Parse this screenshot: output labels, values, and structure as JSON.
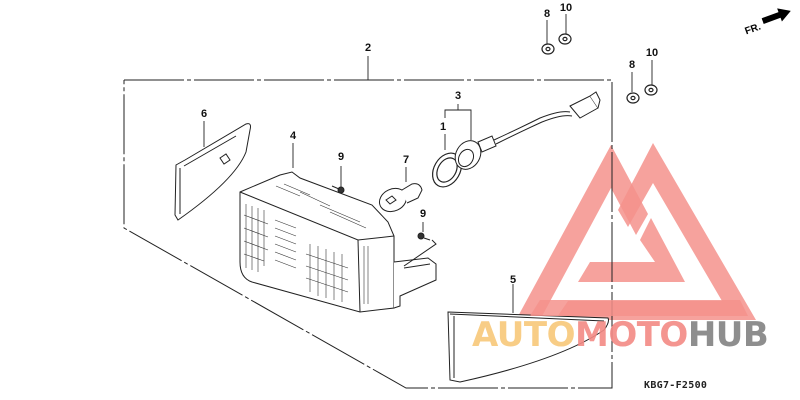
{
  "diagram": {
    "type": "exploded-parts-diagram",
    "subject": "Turn signal / front lamp assembly",
    "drawing_code": "KBG7-F2500",
    "direction_indicator": {
      "label": "FR.",
      "icon": "arrow-icon"
    },
    "callouts": [
      {
        "id": "c2",
        "number": "2",
        "part": "lamp assembly (group bracket)"
      },
      {
        "id": "c3",
        "number": "3",
        "part": "socket & harness (group bracket)"
      },
      {
        "id": "c1",
        "number": "1",
        "part": "gasket ring"
      },
      {
        "id": "c6",
        "number": "6",
        "part": "side lens (upper)"
      },
      {
        "id": "c4",
        "number": "4",
        "part": "lamp housing / lens"
      },
      {
        "id": "c9a",
        "number": "9",
        "part": "screw"
      },
      {
        "id": "c7",
        "number": "7",
        "part": "bulb"
      },
      {
        "id": "c9b",
        "number": "9",
        "part": "screw"
      },
      {
        "id": "c5",
        "number": "5",
        "part": "side lens (lower)"
      },
      {
        "id": "c8a",
        "number": "8",
        "part": "grommet"
      },
      {
        "id": "c10a",
        "number": "10",
        "part": "collar / nut"
      },
      {
        "id": "c8b",
        "number": "8",
        "part": "grommet"
      },
      {
        "id": "c10b",
        "number": "10",
        "part": "collar / nut"
      }
    ]
  },
  "watermark": {
    "parts": [
      "AUTO",
      "MOTO",
      "HUB"
    ],
    "colors": {
      "auto": "#f8c87a",
      "moto": "#f38a85",
      "hub": "#8e8e8e",
      "logo": "#f5928c"
    }
  }
}
